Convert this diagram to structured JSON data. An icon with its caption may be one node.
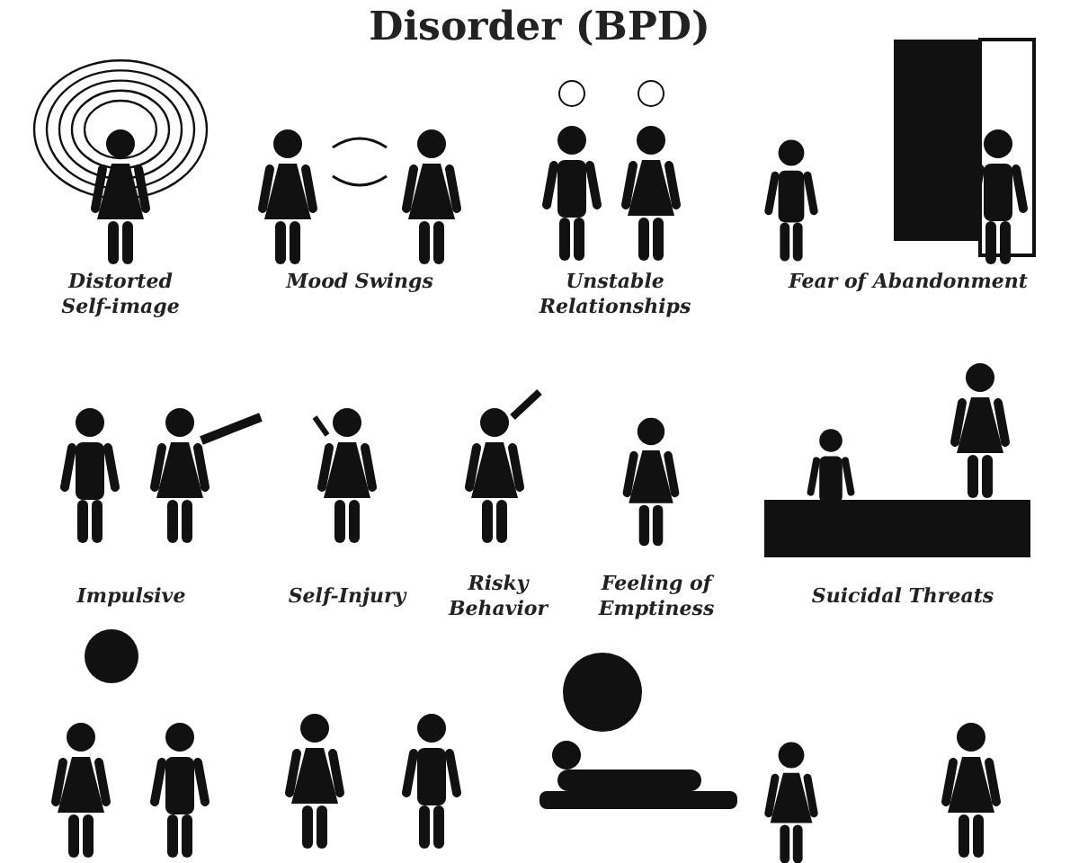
{
  "diagram": {
    "title": "Disorder (BPD)",
    "labels": [
      "Distorted Self-image",
      "Mood Swings",
      "Unstable Relationships",
      "Fear of Abandonment",
      "Impulsive",
      "Self-Injury",
      "Risky Behavior",
      "Feeling of Emptiness",
      "Suicidal Threats"
    ]
  }
}
